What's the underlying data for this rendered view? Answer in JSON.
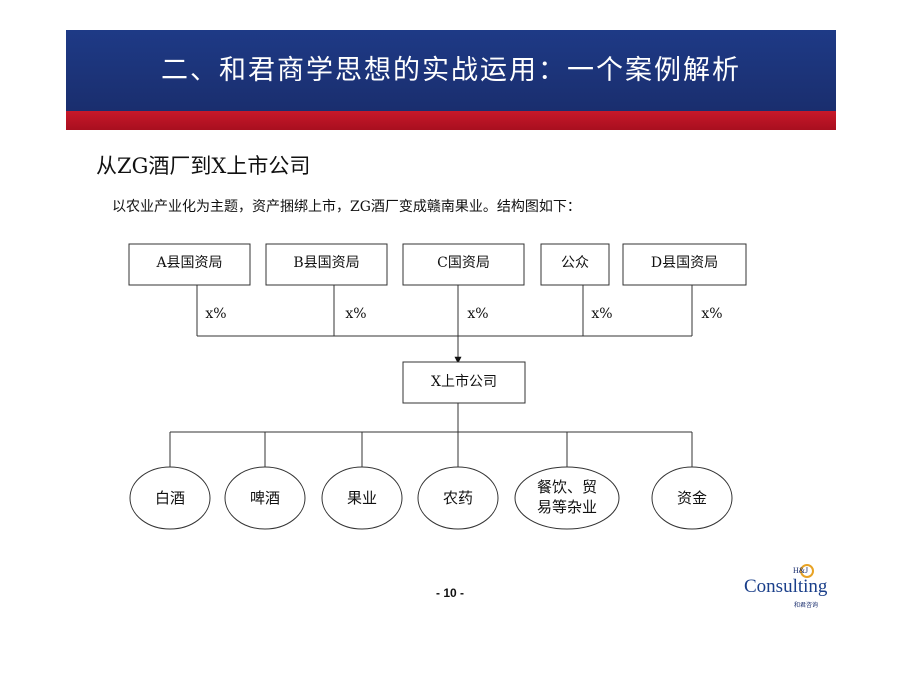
{
  "header": {
    "title": "二、和君商学思想的实战运用：一个案例解析"
  },
  "slide": {
    "subtitle": "从ZG酒厂到X上市公司",
    "intro": "以农业产业化为主题，资产捆绑上市，ZG酒厂变成赣南果业。结构图如下："
  },
  "diagram": {
    "shareholders": [
      {
        "label": "A县国资局",
        "stake": "x%"
      },
      {
        "label": "B县国资局",
        "stake": "x%"
      },
      {
        "label": "C国资局",
        "stake": "x%"
      },
      {
        "label": "公众",
        "stake": "x%"
      },
      {
        "label": "D县国资局",
        "stake": "x%"
      }
    ],
    "company": "X上市公司",
    "subsidiaries": [
      {
        "lines": [
          "白酒"
        ]
      },
      {
        "lines": [
          "啤酒"
        ]
      },
      {
        "lines": [
          "果业"
        ]
      },
      {
        "lines": [
          "农药"
        ]
      },
      {
        "lines": [
          "餐饮、贸",
          "易等杂业"
        ]
      },
      {
        "lines": [
          "资金"
        ]
      }
    ]
  },
  "footer": {
    "page": "- 10 -"
  },
  "logo": {
    "hj": "H&J",
    "word": "Consulting",
    "sub": "和君咨询"
  },
  "colors": {
    "banner_blue": "#1e3a86",
    "banner_red": "#c8182a",
    "logo_orange": "#e8a325"
  }
}
